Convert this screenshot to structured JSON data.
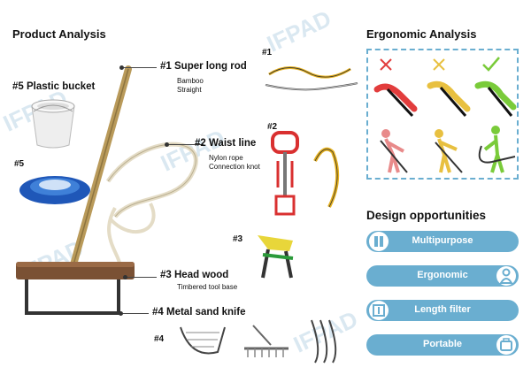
{
  "product_analysis": {
    "title": "Product Analysis",
    "parts": [
      {
        "tag": "#1",
        "name": "Super long rod",
        "details": [
          "Bamboo",
          "Straight"
        ]
      },
      {
        "tag": "#2",
        "name": "Waist line",
        "details": [
          "Nylon rope",
          "Connection knot"
        ]
      },
      {
        "tag": "#3",
        "name": "Head wood",
        "details": [
          "Timbered tool base"
        ]
      },
      {
        "tag": "#4",
        "name": "Metal sand knife",
        "details": []
      },
      {
        "tag": "#5",
        "name": "Plastic bucket",
        "details": []
      }
    ],
    "sample_tags": {
      "one": "#1",
      "two": "#2",
      "three": "#3",
      "four": "#4",
      "five": "#5"
    }
  },
  "ergonomic": {
    "title": "Ergonomic Analysis"
  },
  "opportunities": {
    "title": "Design opportunities",
    "items": [
      {
        "label": "Multipurpose",
        "icon": "tools-icon"
      },
      {
        "label": "Ergonomic",
        "icon": "person-icon"
      },
      {
        "label": "Length filter",
        "icon": "length-icon"
      },
      {
        "label": "Portable",
        "icon": "bag-icon"
      }
    ]
  },
  "colors": {
    "accent": "#6aaed0",
    "red": "#e23d3d",
    "yellow": "#e8c040",
    "green": "#7acb3a"
  }
}
